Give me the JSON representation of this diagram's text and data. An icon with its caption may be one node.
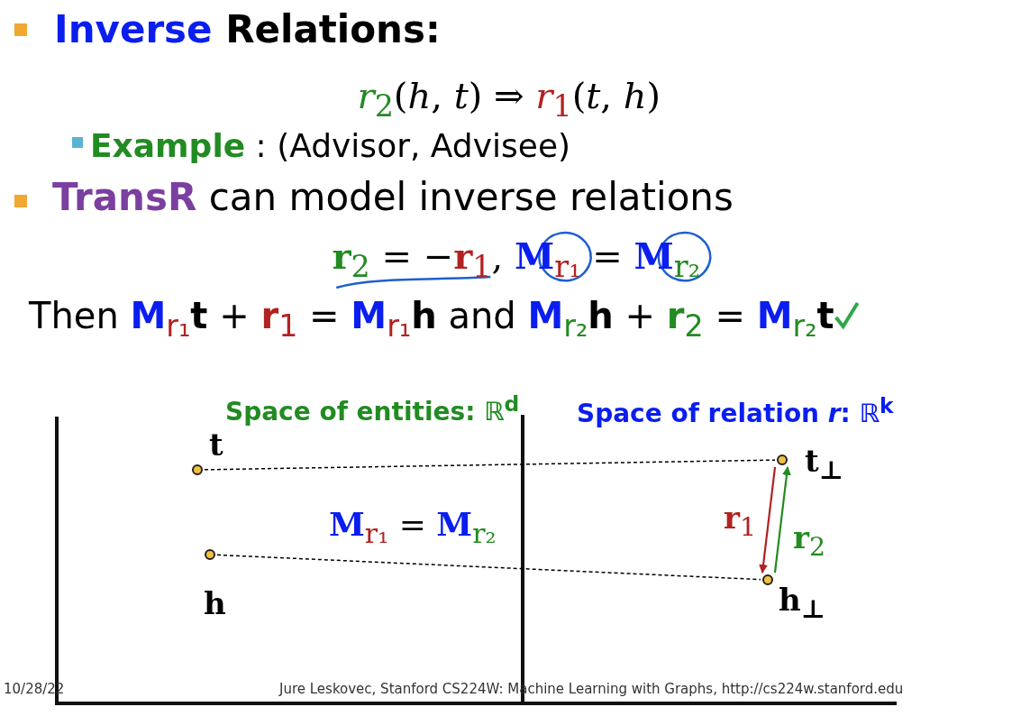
{
  "diagram": {
    "nodes": [
      {
        "text": [],
        "shape": "circle",
        "beside": [
          "t"
        ]
      },
      {
        "text": [],
        "shape": "circle",
        "beside": [
          "t$_{⊥}$"
        ]
      },
      {
        "text": [],
        "shape": "circle",
        "beside": [
          "h"
        ]
      },
      {
        "text": [],
        "shape": "circle",
        "beside": [
          "h$_{⊥}$"
        ]
      }
    ],
    "edges": [
      {
        "from": 0,
        "to": 1,
        "arrow": "none",
        "style": "dashed"
      },
      {
        "from": 2,
        "to": 3,
        "arrow": "none",
        "style": "dashed"
      },
      {
        "from": 1,
        "to": 3,
        "arrow": "to",
        "label": "**r**$_{1}$",
        "color": "#b22222"
      },
      {
        "from": 3,
        "to": 1,
        "arrow": "to",
        "label": "**r**$_{2}$",
        "color": "#228b22"
      }
    ],
    "labels": [
      "**Inverse** Relations:",
      "*r*$_{2}$(*h*, *t*) ⇒ *r*$_{1}$(*t*, *h*)",
      "**Example** : (Advisor, Advisee)",
      "**TransR** can model inverse relations",
      "**r**$_{2}$ = −**r**$_{1}$, **M**$_{r₁}$ = **M**$_{r₂}$",
      "Then **M**$_{r₁}$**t** + **r**$_{1}$ = **M**$_{r₁}$**h** and **M**$_{r₂}$**h** + **r**$_{2}$ = **M**$_{r₂}$**t**",
      "Space of entities: ℝ$^{d}$",
      "Space of relation *r*: ℝ$^{k}$",
      "**M**$_{r₁}$ = **M**$_{r₂}$",
      "10/28/22",
      "Jure Leskovec, Stanford CS224W: Machine Learning with Graphs, http://cs224w.stanford.edu"
    ]
  }
}
